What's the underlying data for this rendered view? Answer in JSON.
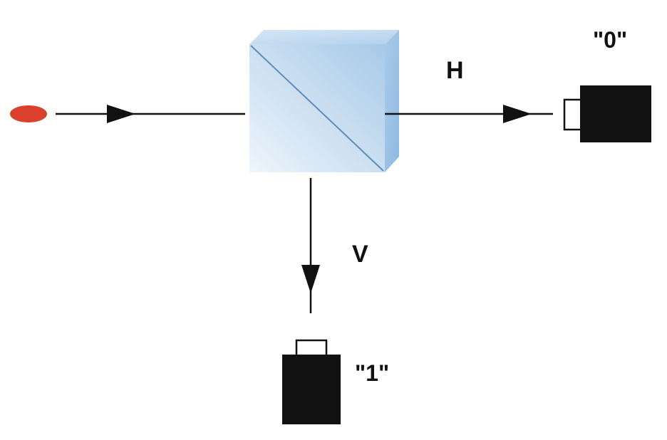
{
  "labels": {
    "horizontal_output": "H",
    "vertical_output": "V",
    "detector_horizontal": "\"0\"",
    "detector_vertical": "\"1\""
  },
  "colors": {
    "photon": "#d9412c",
    "beam": "#111111",
    "cube_face_light": "#e7f1fa",
    "cube_face_mid": "#b9d4ec",
    "cube_face_dark": "#9cc2e5",
    "detector": "#111111"
  },
  "icons": {
    "source": "photon-dot-icon",
    "splitter": "polarizing-beam-splitter-icon",
    "detector": "detector-icon"
  }
}
